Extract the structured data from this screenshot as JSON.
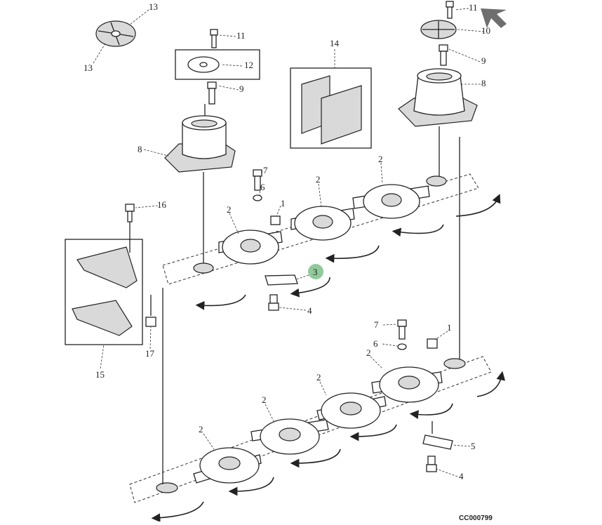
{
  "diagram": {
    "drawing_code": "CC000799",
    "callouts": {
      "c13a": "13",
      "c13b": "13",
      "c11a": "11",
      "c12": "12",
      "c9a": "9",
      "c8a": "8",
      "c14": "14",
      "c11b": "11",
      "c10": "10",
      "c9b": "9",
      "c8b": "8",
      "c7a": "7",
      "c6a": "6",
      "c1a": "1",
      "c2a": "2",
      "c2b": "2",
      "c2c": "2",
      "c16": "16",
      "c15": "15",
      "c17": "17",
      "c3": "3",
      "c4a": "4",
      "c7b": "7",
      "c6b": "6",
      "c1b": "1",
      "c2d": "2",
      "c2e": "2",
      "c2f": "2",
      "c2g": "2",
      "c5": "5",
      "c4b": "4"
    },
    "highlight_color": "#7fbf8a",
    "pointer_color": "#6e6e6e"
  }
}
